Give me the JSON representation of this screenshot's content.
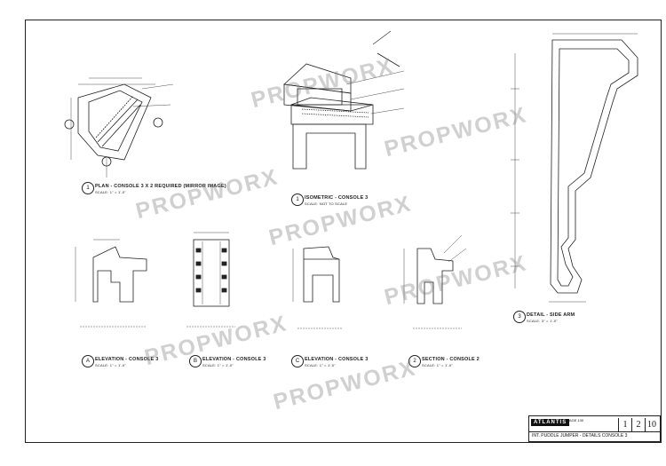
{
  "watermark": "PROPWORX",
  "views": {
    "plan": {
      "num": "1",
      "title": "PLAN - CONSOLE 3 X 2 REQUIRED (MIRROR IMAGE)",
      "scale": "SCALE: 1\" = 1'-0\""
    },
    "isometric": {
      "num": "1",
      "title": "ISOMETRIC - CONSOLE 3",
      "scale": "SCALE: NOT TO SCALE"
    },
    "elevation_a": {
      "num": "A",
      "title": "ELEVATION - CONSOLE 3",
      "scale": "SCALE: 1\" = 1'-0\""
    },
    "elevation_b": {
      "num": "B",
      "title": "ELEVATION - CONSOLE 3",
      "scale": "SCALE: 1\" = 1'-0\""
    },
    "elevation_c": {
      "num": "C",
      "title": "ELEVATION - CONSOLE 3",
      "scale": "SCALE: 1\" = 1'-0\""
    },
    "section": {
      "num": "2",
      "title": "SECTION - CONSOLE 2",
      "scale": "SCALE: 1\" = 1'-0\""
    },
    "detail": {
      "num": "3",
      "title": "DETAIL - SIDE ARM",
      "scale": "SCALE: 3\" = 1'-0\""
    }
  },
  "title_block": {
    "logo": "ATLANTIS",
    "line1": "STAGE 130",
    "line2": "",
    "drawing_title": "INT. PUDDLE JUMPER - DETAILS CONSOLE 3",
    "sheet_digits": [
      "1",
      "2",
      "10"
    ]
  }
}
